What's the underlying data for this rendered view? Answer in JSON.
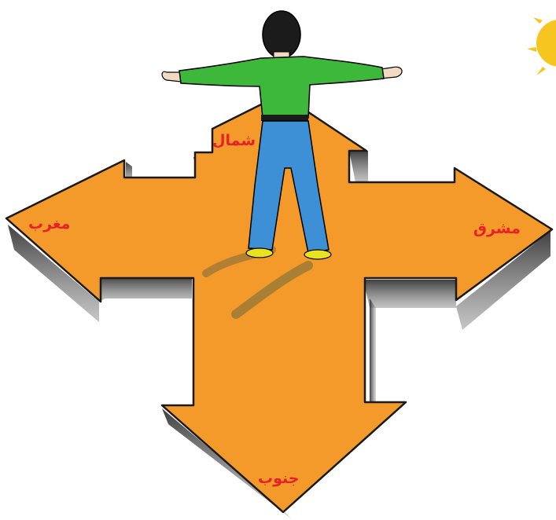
{
  "labels": {
    "north": "شمال",
    "south": "جنوب",
    "east": "مشرق",
    "west": "مغرب"
  },
  "colors": {
    "arrow": "#f39a2b",
    "arrow_outline": "#1a1a1a",
    "shadow": "#555555",
    "shirt": "#3db83a",
    "pants": "#3d8fd6",
    "hair": "#1b1b1b",
    "skin": "#f2d9c2",
    "shoes": "#e9e21e",
    "sun": "#f7c51f",
    "label": "#e8202a"
  }
}
